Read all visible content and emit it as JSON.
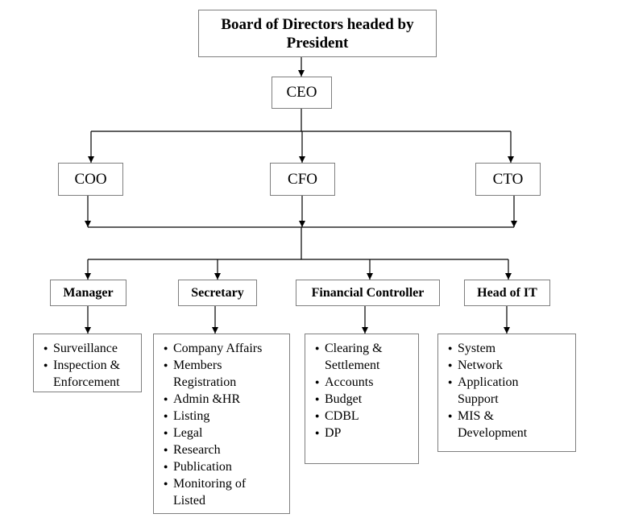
{
  "board": {
    "title": "Board of Directors headed by President"
  },
  "ceo": {
    "title": "CEO"
  },
  "executives": [
    {
      "title": "COO"
    },
    {
      "title": "CFO"
    },
    {
      "title": "CTO"
    }
  ],
  "departments": [
    {
      "title": "Manager",
      "items": [
        "Surveillance",
        "Inspection & Enforcement"
      ]
    },
    {
      "title": "Secretary",
      "items": [
        "Company Affairs",
        "Members Registration",
        "Admin &HR",
        "Listing",
        "Legal",
        "Research",
        "Publication",
        "Monitoring of Listed"
      ]
    },
    {
      "title": "Financial Controller",
      "items": [
        "Clearing & Settlement",
        "Accounts",
        "Budget",
        "CDBL",
        "DP"
      ]
    },
    {
      "title": "Head of IT",
      "items": [
        "System",
        "Network",
        "Application Support",
        "MIS & Development"
      ]
    }
  ],
  "colors": {
    "line": "#000000",
    "border": "#7f7f7f",
    "text": "#000000"
  }
}
